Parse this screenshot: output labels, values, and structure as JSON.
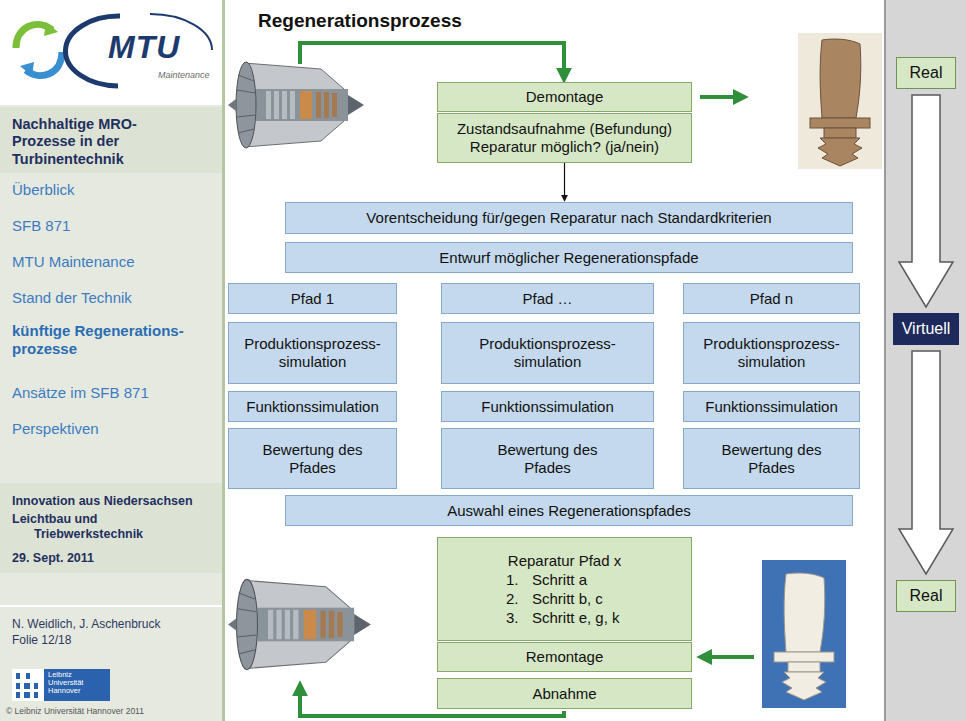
{
  "diagram": {
    "title": "Regenerationsprozess",
    "nodes": [
      {
        "text": [
          "Demontage"
        ]
      },
      {
        "text": [
          "Zustandsaufnahme (Befundung)",
          "Reparatur möglich? (ja/nein)"
        ]
      },
      {
        "text": [
          "Vorentscheidung für/gegen Reparatur nach Standardkriterien"
        ]
      },
      {
        "text": [
          "Entwurf möglicher Regenerationspfade"
        ]
      },
      {
        "text": [
          "Pfad 1"
        ]
      },
      {
        "text": [
          "Pfad …"
        ]
      },
      {
        "text": [
          "Pfad n"
        ]
      },
      {
        "text": [
          "Produktionsprozess- simulation"
        ]
      },
      {
        "text": [
          "Produktionsprozess- simulation"
        ]
      },
      {
        "text": [
          "Produktionsprozess- simulation"
        ]
      },
      {
        "text": [
          "Funktionssimulation"
        ]
      },
      {
        "text": [
          "Funktionssimulation"
        ]
      },
      {
        "text": [
          "Funktionssimulation"
        ]
      },
      {
        "text": [
          "Bewertung des Pfades"
        ]
      },
      {
        "text": [
          "Bewertung des Pfades"
        ]
      },
      {
        "text": [
          "Bewertung des Pfades"
        ]
      },
      {
        "text": [
          "Auswahl eines Regenerationspfades"
        ]
      },
      {
        "text": [
          "Reparatur Pfad x",
          "1.",
          "Schritt a",
          "2.",
          "Schritt b, c",
          "3.",
          "Schritt e, g, k"
        ]
      },
      {
        "text": [
          "Remontage"
        ]
      },
      {
        "text": [
          "Abnahme"
        ]
      },
      {
        "text": [
          "Real"
        ]
      },
      {
        "text": [
          "Virtuell"
        ]
      },
      {
        "text": [
          "Real"
        ]
      }
    ],
    "edges": [
      {
        "from": 1,
        "to": 2,
        "arrow": "to"
      },
      {
        "from": 20,
        "to": 21,
        "arrow": "to"
      },
      {
        "from": 21,
        "to": 22,
        "arrow": "to"
      }
    ],
    "labels": [
      "MTU",
      "Maintenance",
      "Nachhaltige MRO-Prozesse in der Turbinentechnik",
      "Überblick",
      "SFB 871",
      "MTU Maintenance",
      "Stand der Technik",
      "künftige Regenerations- prozesse",
      "Ansätze im SFB 871",
      "Perspektiven",
      "Innovation aus Niedersachsen",
      "Leichtbau und Triebwerkstechnik",
      "29. Sept. 2011",
      "N. Weidlich, J. Aschenbruck",
      "Folie 12/18",
      "Leibniz Universität Hannover",
      "© Leibniz Universität Hannover 2011"
    ]
  }
}
